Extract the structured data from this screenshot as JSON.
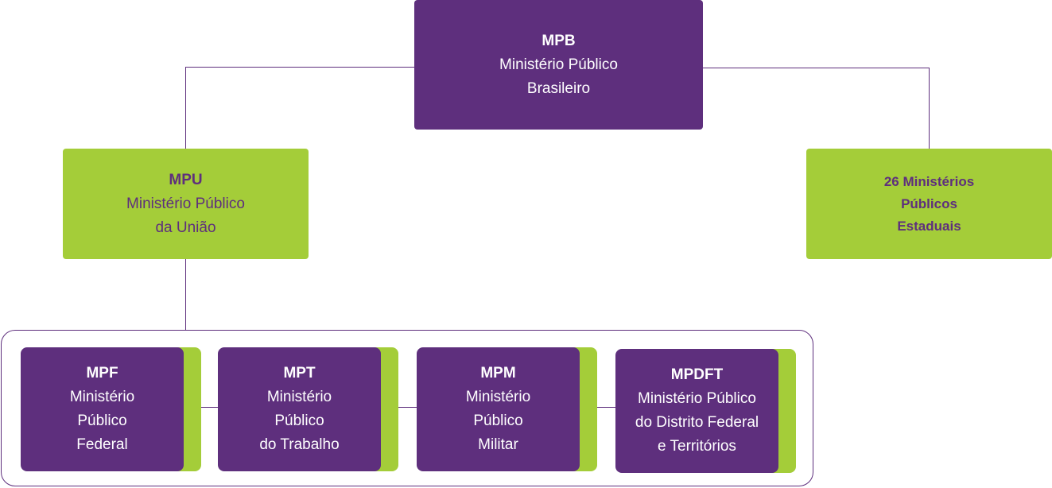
{
  "root": {
    "abbr": "MPB",
    "name": "Ministério Público\nBrasileiro"
  },
  "left": {
    "abbr": "MPU",
    "name": "Ministério Público\nda União"
  },
  "right": {
    "name": "26 Ministérios\nPúblicos\nEstaduais"
  },
  "branches": [
    {
      "abbr": "MPF",
      "name": "Ministério\nPúblico\nFederal"
    },
    {
      "abbr": "MPT",
      "name": "Ministério\nPúblico\ndo Trabalho"
    },
    {
      "abbr": "MPM",
      "name": "Ministério\nPúblico\nMilitar"
    },
    {
      "abbr": "MPDFT",
      "name": "Ministério Público\ndo Distrito Federal\ne Territórios"
    }
  ],
  "colors": {
    "purple": "#5e2f7d",
    "green": "#a4cd39"
  }
}
